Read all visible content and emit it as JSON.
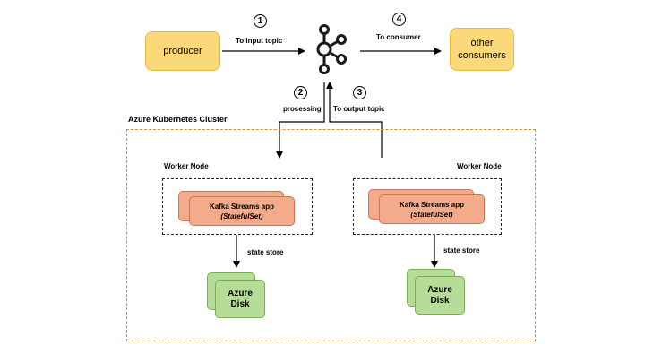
{
  "producer": {
    "label": "producer"
  },
  "consumers": {
    "line1": "other",
    "line2": "consumers"
  },
  "steps": [
    {
      "num": "1",
      "label": "To input topic"
    },
    {
      "num": "2",
      "label": "processing"
    },
    {
      "num": "3",
      "label": "To output topic"
    },
    {
      "num": "4",
      "label": "To consumer"
    }
  ],
  "cluster": {
    "title": "Azure Kubernetes Cluster"
  },
  "worker_nodes": [
    {
      "title": "Worker Node",
      "app_line1": "Kafka Streams app",
      "app_line2": "StatefulSet",
      "store_label": "state store",
      "disk_line1": "Azure",
      "disk_line2": "Disk"
    },
    {
      "title": "Worker Node",
      "app_line1": "Kafka Streams app",
      "app_line2": "StatefulSet",
      "store_label": "state store",
      "disk_line1": "Azure",
      "disk_line2": "Disk"
    }
  ],
  "colors": {
    "producer": "#fbd97a",
    "app": "#f4ab8c",
    "disk": "#b5dd98",
    "cluster_border": "#e0893a"
  },
  "icons": {
    "kafka": "kafka-logo-icon"
  }
}
